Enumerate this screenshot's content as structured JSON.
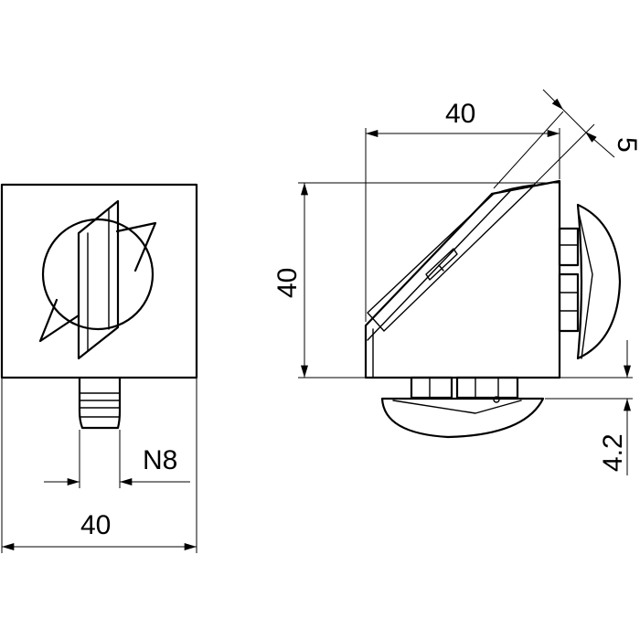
{
  "drawing": {
    "line_color": "#000000",
    "background_color": "#ffffff",
    "front_view": {
      "width_dim_label": "40",
      "slot_dim_label": "N8"
    },
    "side_view": {
      "width_dim_label": "40",
      "height_dim_label": "40",
      "offset_dim_label": "5",
      "thickness_dim_label": "4.2"
    }
  }
}
